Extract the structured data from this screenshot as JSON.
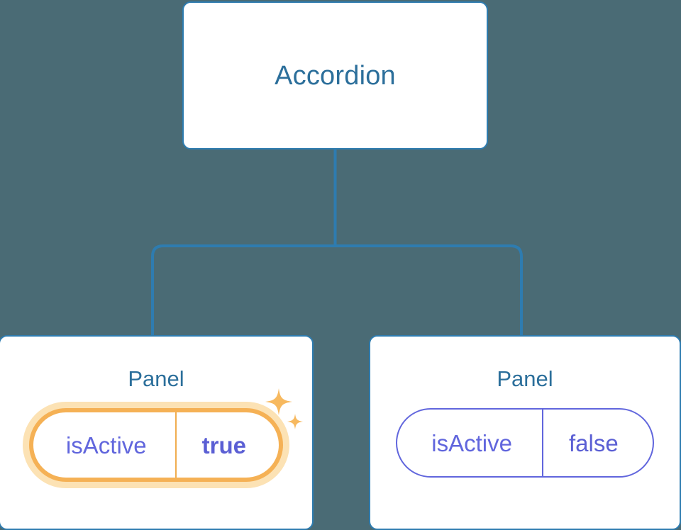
{
  "diagram": {
    "type": "component-tree",
    "background_color": "#4a6b75",
    "connector_color": "#2e7cb0",
    "card_border_color": "#2e7cb0",
    "title_color": "#2c6f9b",
    "prop_color": "#6166dd",
    "highlight_ring_color": "#f5b155",
    "highlight_glow_color": "#fce2b4",
    "sparkle_color": "#f7b95f"
  },
  "root": {
    "title": "Accordion"
  },
  "children": [
    {
      "title": "Panel",
      "highlighted": true,
      "prop": {
        "key": "isActive",
        "value": "true"
      },
      "sparkle_large_icon": "sparkle-icon",
      "sparkle_small_icon": "sparkle-icon"
    },
    {
      "title": "Panel",
      "highlighted": false,
      "prop": {
        "key": "isActive",
        "value": "false"
      }
    }
  ]
}
